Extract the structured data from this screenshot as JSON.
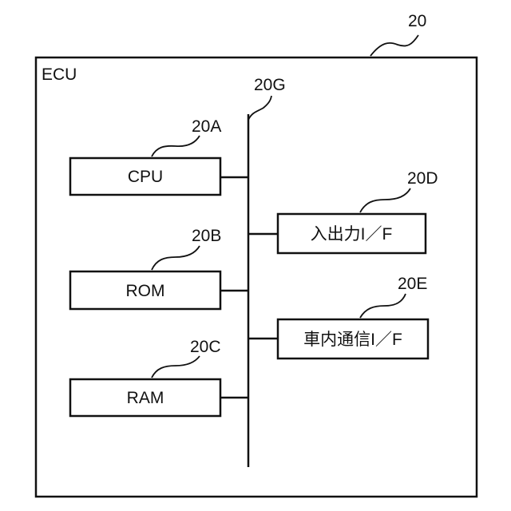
{
  "diagram": {
    "ref": "20",
    "ecu_label": "ECU",
    "bus_ref": "20G",
    "cpu": {
      "ref": "20A",
      "label": "CPU"
    },
    "rom": {
      "ref": "20B",
      "label": "ROM"
    },
    "ram": {
      "ref": "20C",
      "label": "RAM"
    },
    "io_if": {
      "ref": "20D",
      "label": "入出力I／F"
    },
    "comm_if": {
      "ref": "20E",
      "label": "車内通信I／F"
    }
  }
}
